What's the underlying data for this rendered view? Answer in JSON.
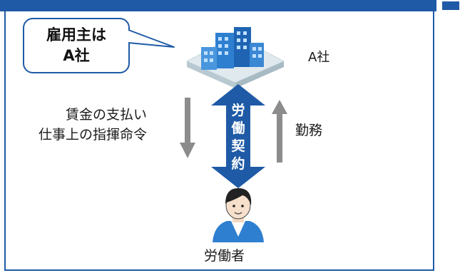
{
  "callout": {
    "line1": "雇用主は",
    "line2": "A社"
  },
  "company": {
    "label": "A社"
  },
  "contract": {
    "label": "労働契約"
  },
  "left_arrow": {
    "line1": "賃金の支払い",
    "line2": "仕事上の指揮命令"
  },
  "right_arrow": {
    "label": "勤務"
  },
  "worker": {
    "label": "労働者"
  },
  "colors": {
    "frame": "#1f5aa6",
    "contract_arrow": "#1f5aa6",
    "thin_arrow": "#8c8c8c",
    "building": "#2f7fd0"
  }
}
